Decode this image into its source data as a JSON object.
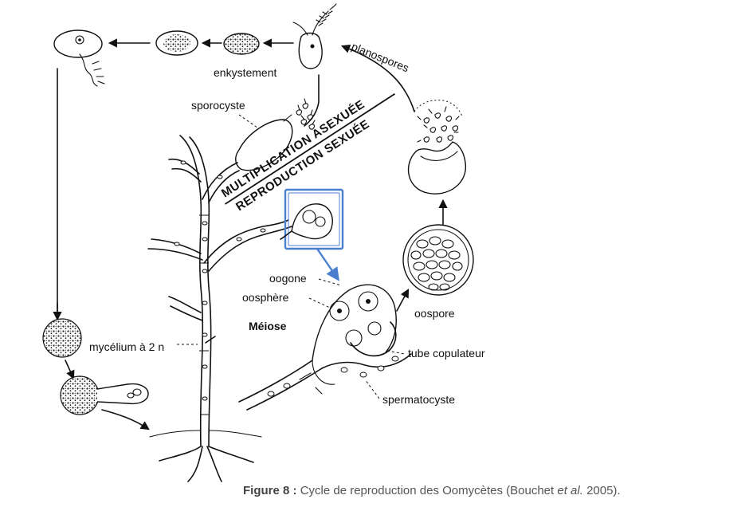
{
  "labels": {
    "enkystement": "enkystement",
    "planospores": "planospores",
    "sporocyste": "sporocyste",
    "asexual": "MULTIPLICATION ASEXUÉE",
    "sexual": "REPRODUCTION SEXUÉE",
    "oogone": "oogone",
    "oosphere": "oosphère",
    "meiose": "Méiose",
    "mycelium": "mycélium à 2 n",
    "oospore": "oospore",
    "tube": "tube copulateur",
    "spermatocyste": "spermatocyste"
  },
  "caption": {
    "prefix": "Figure 8 :",
    "text": "Cycle de reproduction des Oomycètes (Bouchet",
    "etal": "et al.",
    "year": "2005)."
  },
  "colors": {
    "ink": "#111111",
    "highlight": "#4a7fd0",
    "caption": "#555555"
  }
}
